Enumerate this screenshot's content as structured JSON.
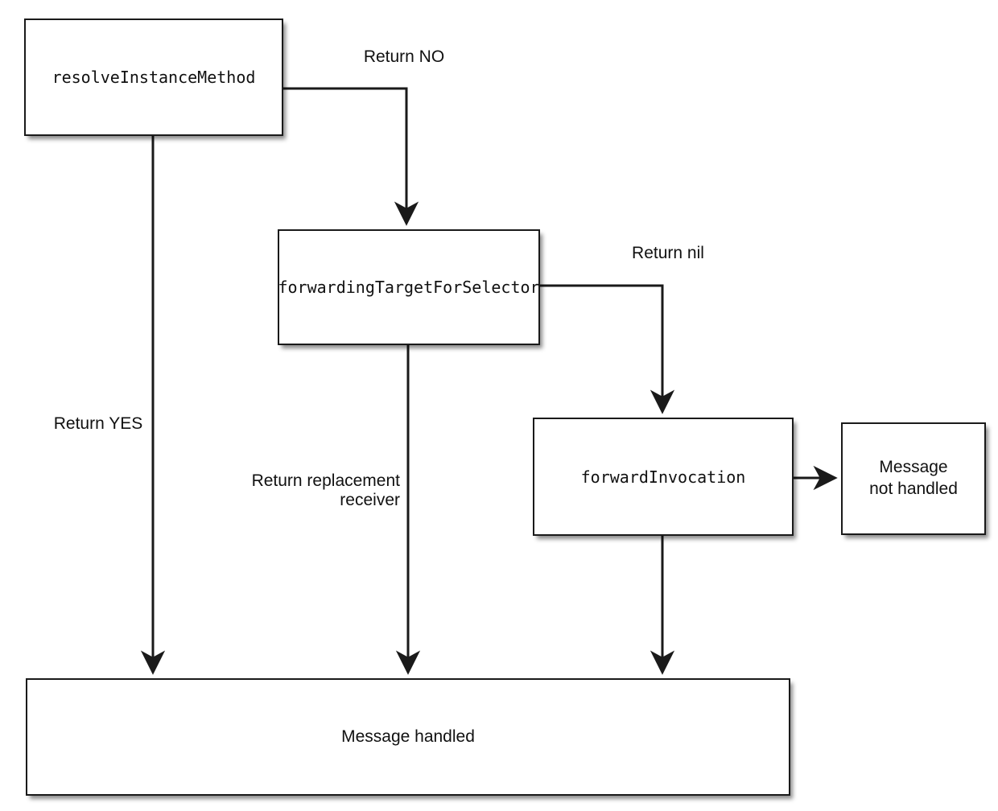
{
  "diagram": {
    "title": "Objective-C message forwarding flow",
    "type": "flowchart",
    "background": "#ffffff",
    "stroke": "#1a1a1a",
    "text_color": "#111111",
    "nodes": [
      {
        "id": "resolveInstanceMethod",
        "label": "resolveInstanceMethod",
        "style": "mono"
      },
      {
        "id": "forwardingTargetForSelector",
        "label": "forwardingTargetForSelector",
        "style": "mono"
      },
      {
        "id": "forwardInvocation",
        "label": "forwardInvocation",
        "style": "mono"
      },
      {
        "id": "messageNotHandled",
        "label": "Message\nnot handled",
        "style": "sans"
      },
      {
        "id": "messageHandled",
        "label": "Message handled",
        "style": "sans"
      }
    ],
    "edges": [
      {
        "id": "e1",
        "from": "resolveInstanceMethod",
        "to": "forwardingTargetForSelector",
        "label": "Return NO"
      },
      {
        "id": "e2",
        "from": "resolveInstanceMethod",
        "to": "messageHandled",
        "label": "Return YES"
      },
      {
        "id": "e3",
        "from": "forwardingTargetForSelector",
        "to": "forwardInvocation",
        "label": "Return nil"
      },
      {
        "id": "e4",
        "from": "forwardingTargetForSelector",
        "to": "messageHandled",
        "label": "Return replacement\nreceiver"
      },
      {
        "id": "e5",
        "from": "forwardInvocation",
        "to": "messageNotHandled",
        "label": ""
      },
      {
        "id": "e6",
        "from": "forwardInvocation",
        "to": "messageHandled",
        "label": ""
      }
    ]
  }
}
